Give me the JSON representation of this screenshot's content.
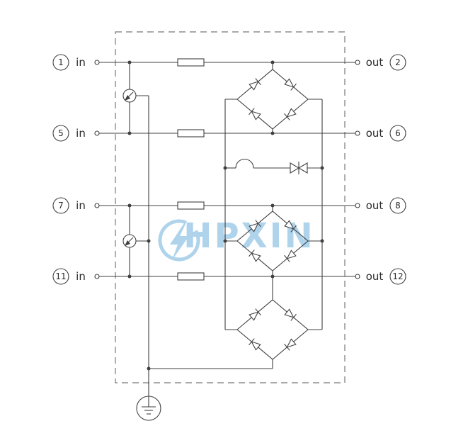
{
  "diagram": {
    "rows": [
      {
        "left_number": "1",
        "left_label": "in",
        "right_label": "out",
        "right_number": "2"
      },
      {
        "left_number": "5",
        "left_label": "in",
        "right_label": "out",
        "right_number": "6"
      },
      {
        "left_number": "7",
        "left_label": "in",
        "right_label": "out",
        "right_number": "8"
      },
      {
        "left_number": "11",
        "left_label": "in",
        "right_label": "out",
        "right_number": "12"
      }
    ],
    "components": {
      "resistors": 4,
      "gas_discharge_tubes": 2,
      "diode_bridges": 3,
      "inductor": 1,
      "bidirectional_tvs_diode": 1,
      "earth_ground": 1
    }
  },
  "watermark": {
    "text": "HPXIN",
    "color": "#5fa8d8"
  },
  "colors": {
    "line": "#404040",
    "enclosure": "#787878",
    "background": "#ffffff"
  }
}
